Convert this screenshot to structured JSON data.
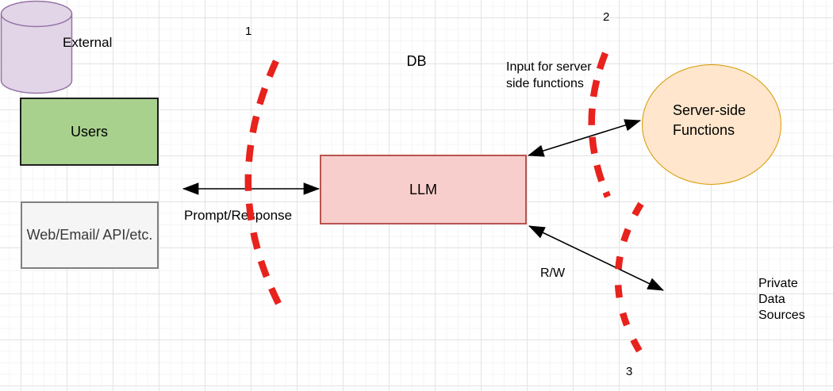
{
  "canvas": {
    "background_color": "#ffffff",
    "grid_minor_color": "#f4f4f4",
    "grid_major_color": "#e3e3e3"
  },
  "nodes": {
    "users": {
      "label": "Users",
      "fill": "#a9d18e",
      "stroke": "#1f1f1f"
    },
    "web_email_api": {
      "label": "Web/Email/ API/etc.",
      "fill": "#f5f5f5",
      "stroke": "#808080"
    },
    "llm": {
      "label": "LLM",
      "fill": "#f8cecc",
      "stroke": "#b85450"
    },
    "server_side_functions": {
      "label": "Server-side Functions",
      "fill": "#ffe6cc",
      "stroke": "#d79b00"
    },
    "db": {
      "label": "DB",
      "fill": "#e1d5e7",
      "stroke": "#9673a6"
    }
  },
  "labels": {
    "external": "External",
    "prompt_response": "Prompt/Response",
    "input_for_server_side_functions": "Input for server side functions",
    "read_write": "R/W",
    "private_data_sources": "Private Data Sources"
  },
  "boundaries": {
    "color": "#e8221d",
    "one": "1",
    "two": "2",
    "three": "3"
  },
  "connectors": [
    {
      "label": "Prompt/Response",
      "between": "External / LLM",
      "bidirectional": true
    },
    {
      "label": "Input for server side functions",
      "between": "LLM / Server-side Functions",
      "bidirectional": true
    },
    {
      "label": "R/W",
      "between": "LLM / DB",
      "bidirectional": true
    }
  ]
}
